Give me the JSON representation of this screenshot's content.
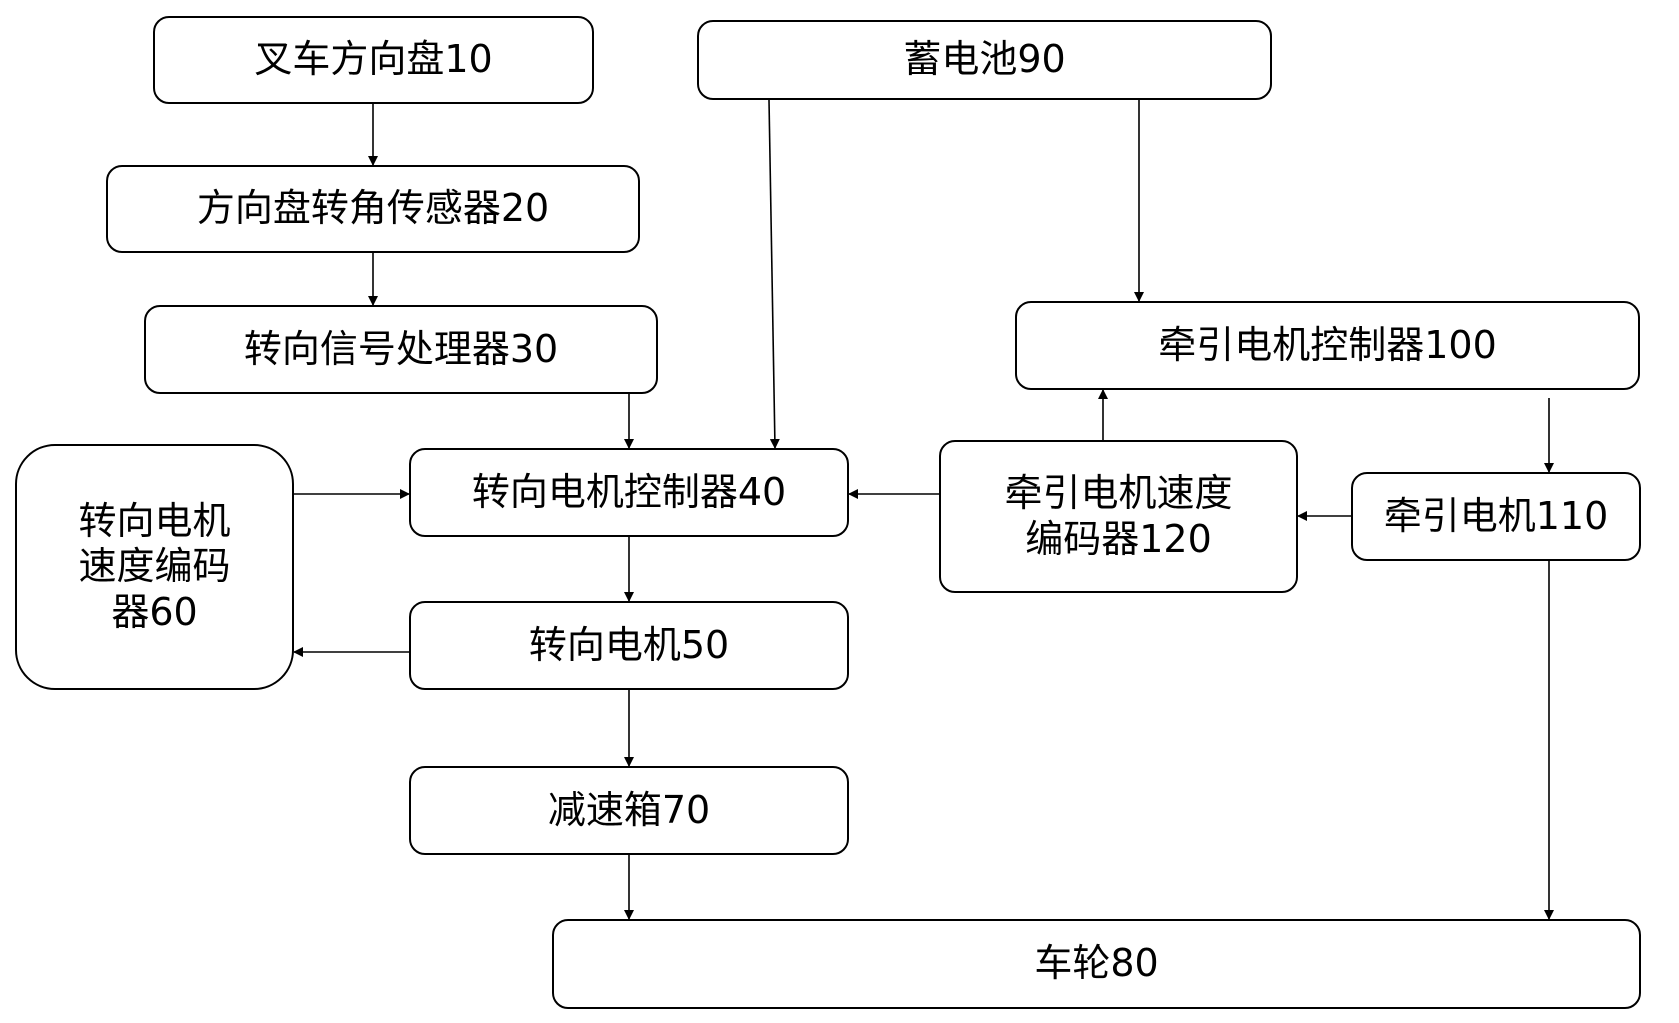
{
  "nodes": {
    "n10": "叉车方向盘10",
    "n20": "方向盘转角传感器20",
    "n30": "转向信号处理器30",
    "n40": "转向电机控制器40",
    "n50": "转向电机50",
    "n60": [
      "转向电机",
      "速度编码",
      "器60"
    ],
    "n70": "减速箱70",
    "n80": "车轮80",
    "n90": "蓄电池90",
    "n100": "牵引电机控制器100",
    "n110": "牵引电机110",
    "n120": [
      "牵引电机速度",
      "编码器120"
    ]
  },
  "edges": [
    {
      "from": "叉车方向盘10",
      "to": "方向盘转角传感器20"
    },
    {
      "from": "方向盘转角传感器20",
      "to": "转向信号处理器30"
    },
    {
      "from": "转向信号处理器30",
      "to": "转向电机控制器40"
    },
    {
      "from": "蓄电池90",
      "to": "转向电机控制器40"
    },
    {
      "from": "蓄电池90",
      "to": "牵引电机控制器100"
    },
    {
      "from": "转向电机速度编码器60",
      "to": "转向电机控制器40"
    },
    {
      "from": "牵引电机速度编码器120",
      "to": "转向电机控制器40"
    },
    {
      "from": "牵引电机速度编码器120",
      "to": "牵引电机控制器100"
    },
    {
      "from": "牵引电机控制器100",
      "to": "牵引电机110"
    },
    {
      "from": "牵引电机110",
      "to": "牵引电机速度编码器120"
    },
    {
      "from": "转向电机控制器40",
      "to": "转向电机50"
    },
    {
      "from": "转向电机50",
      "to": "转向电机速度编码器60"
    },
    {
      "from": "转向电机50",
      "to": "减速箱70"
    },
    {
      "from": "减速箱70",
      "to": "车轮80"
    },
    {
      "from": "牵引电机110",
      "to": "车轮80"
    }
  ]
}
